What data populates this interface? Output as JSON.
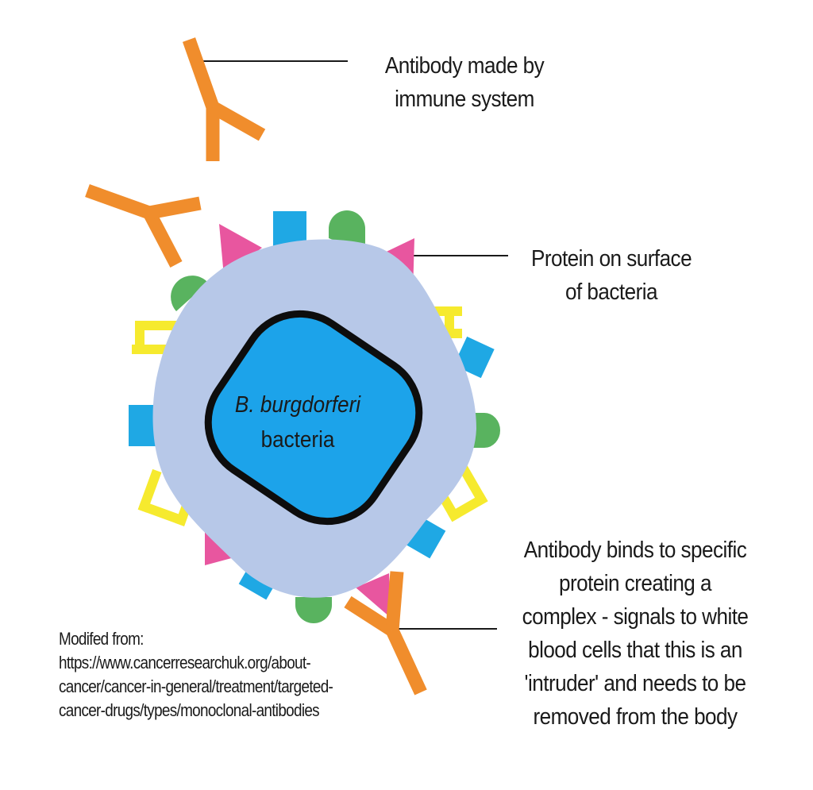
{
  "labels": {
    "antibody_made": [
      "Antibody made by",
      "immune system"
    ],
    "protein_surface": [
      "Protein on surface",
      "of bacteria"
    ],
    "antibody_binds": [
      "Antibody binds to specific",
      "protein creating a",
      "complex - signals to white",
      "blood cells that this is an",
      "'intruder' and needs to be",
      "removed from the body"
    ]
  },
  "bacteria": {
    "name": "B. burgdorferi",
    "kind": "bacteria"
  },
  "source": {
    "lines": [
      "Modifed from:",
      "https://www.cancerresearchuk.org/about-",
      "cancer/cancer-in-general/treatment/targeted-",
      "cancer-drugs/types/monoclonal-antibodies"
    ]
  },
  "colors": {
    "cell_body": "#b7c8e8",
    "nucleus": "#1ca3ea",
    "nucleus_outline": "#0d0d0d",
    "antibody": "#f08d2c",
    "protein_pink": "#e8569f",
    "protein_blue": "#1fa8e4",
    "protein_green": "#59b35f",
    "protein_yellow": "#f6ea2e",
    "leader_line": "#1a1a1a"
  }
}
